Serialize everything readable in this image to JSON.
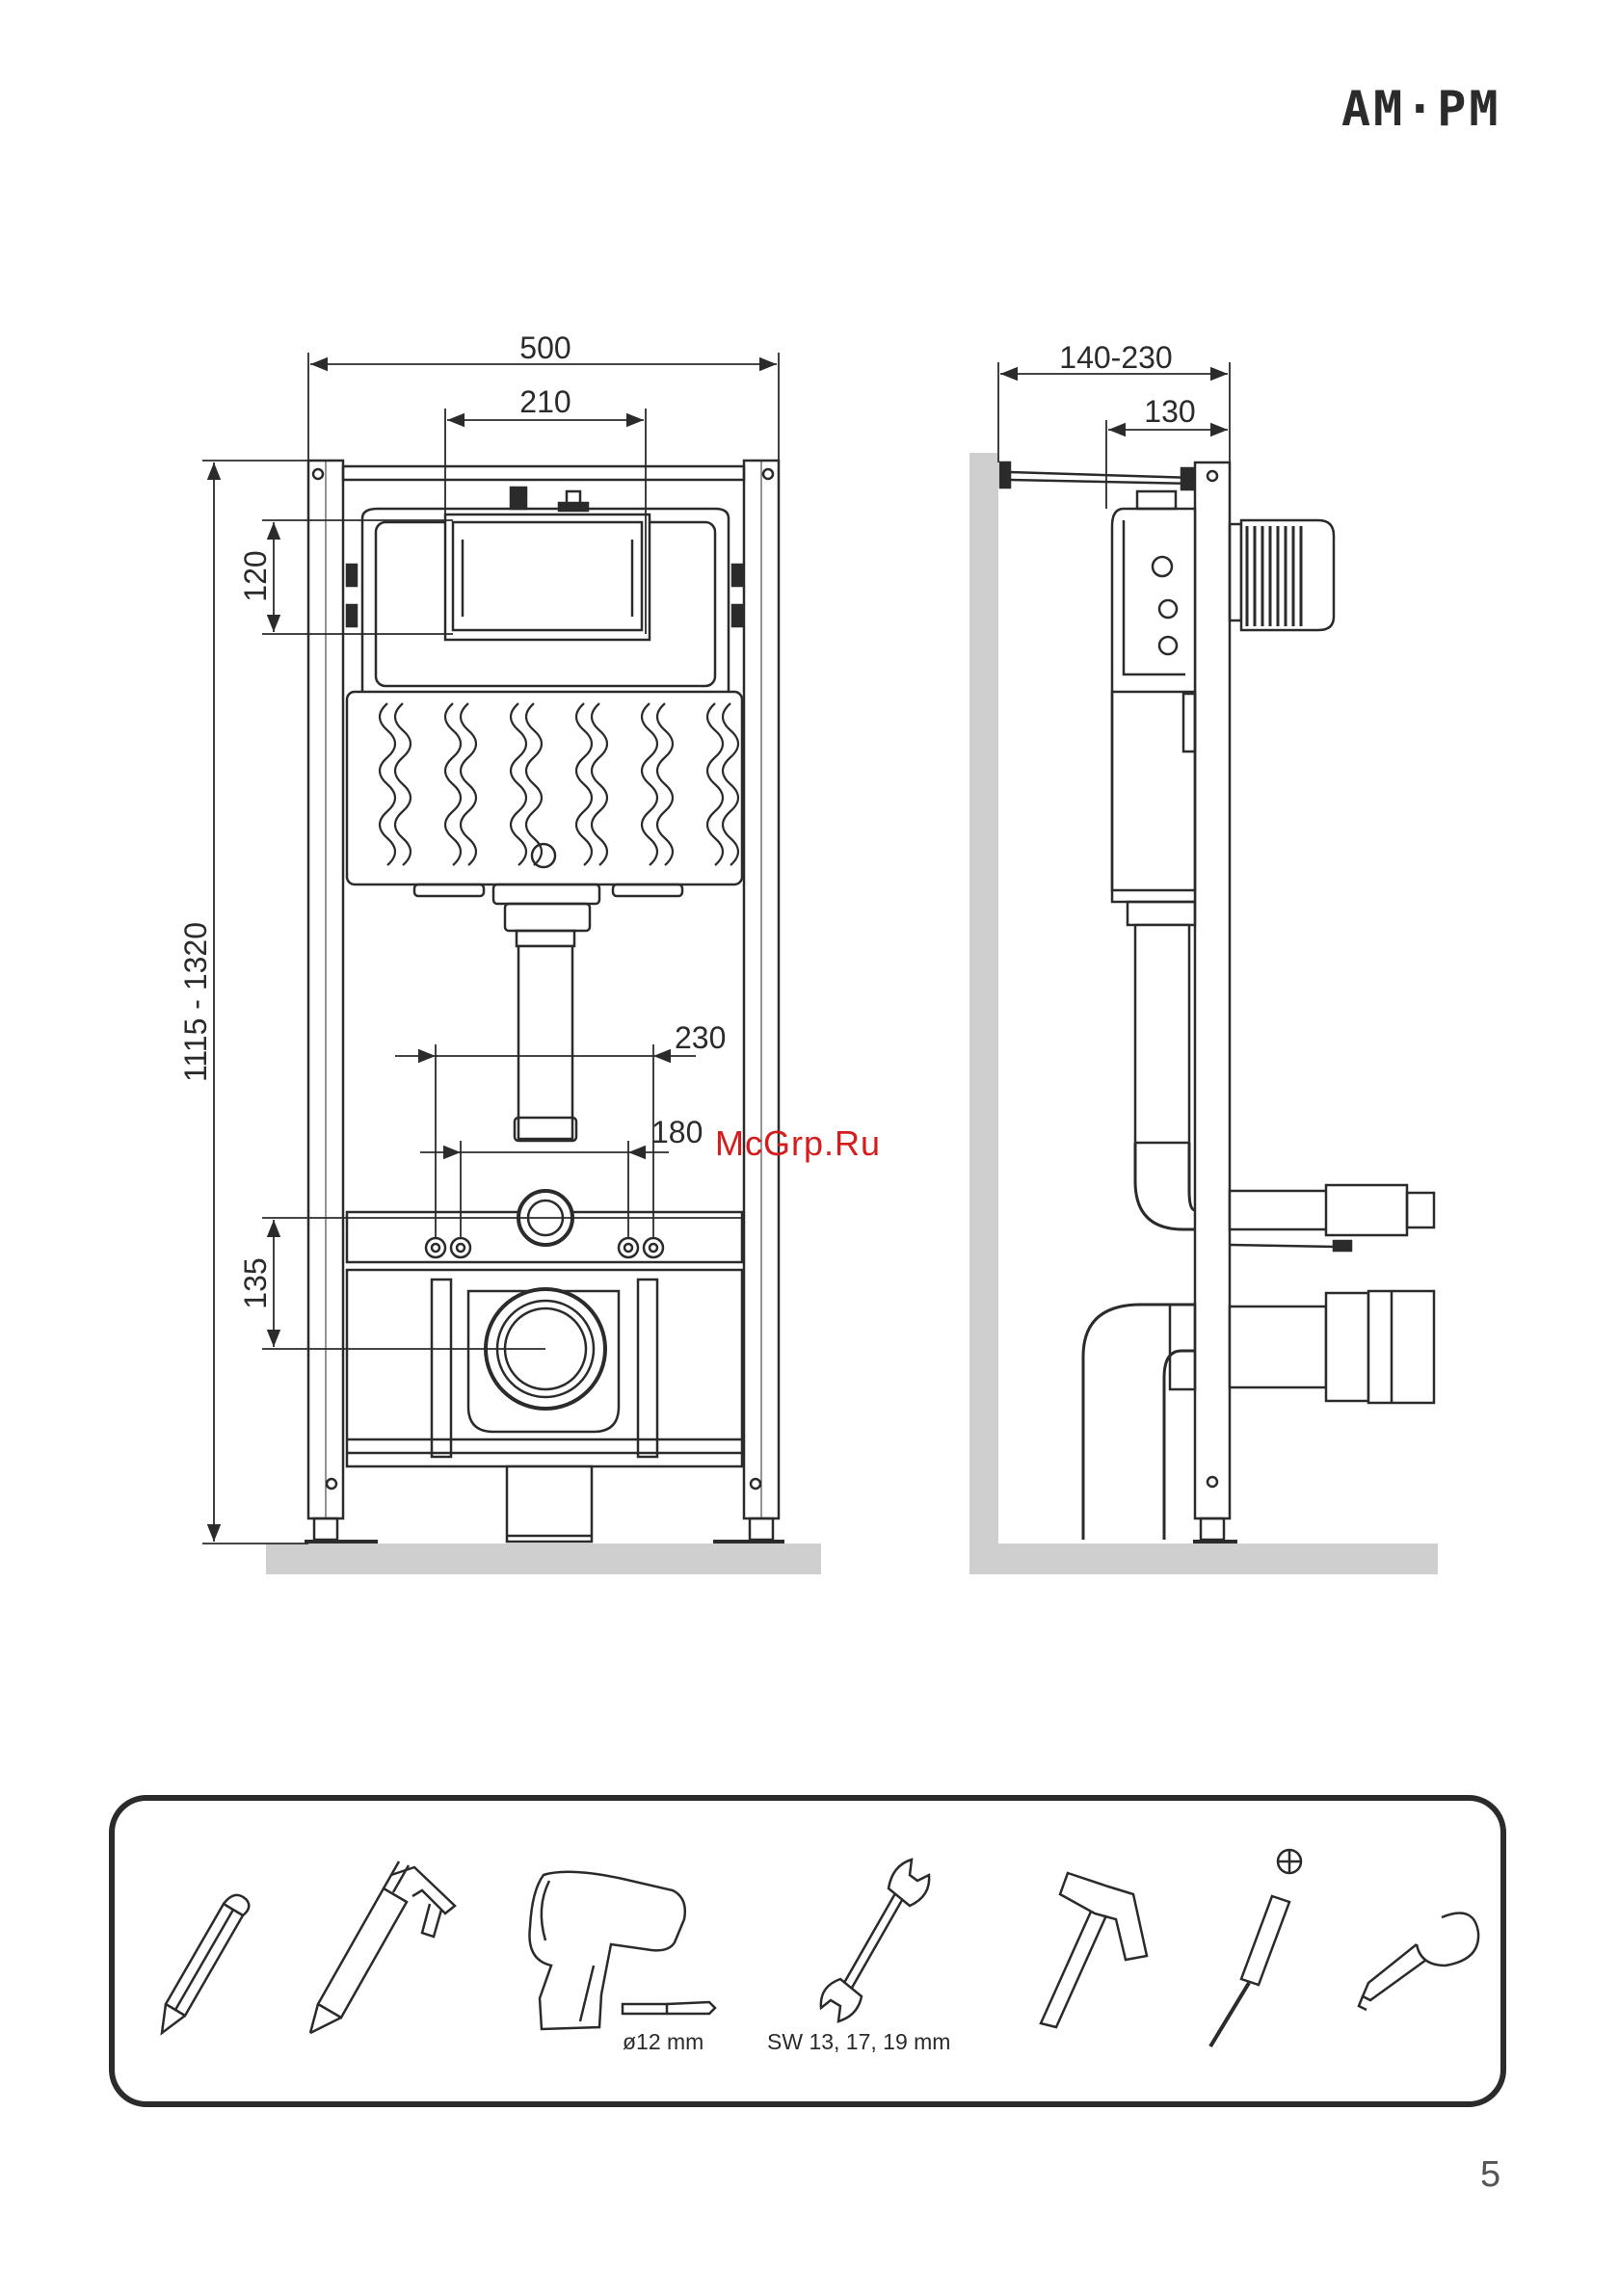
{
  "brand": {
    "logo_text": "AM·PM"
  },
  "page": {
    "number": "5"
  },
  "watermark": "McGrp.Ru",
  "front_view": {
    "dim_overall_width": "500",
    "dim_panel_width": "210",
    "dim_panel_height": "120",
    "dim_height_range": "1115 - 1320",
    "dim_bolt_outer": "230",
    "dim_bolt_inner": "180",
    "dim_drain_offset": "135"
  },
  "side_view": {
    "dim_depth_range": "140-230",
    "dim_depth_frame": "130"
  },
  "tools": [
    {
      "icon": "pencil-icon",
      "caption": ""
    },
    {
      "icon": "caulking-gun-icon",
      "caption": ""
    },
    {
      "icon": "drill-icon",
      "caption": "ø12 mm"
    },
    {
      "icon": "wrench-icon",
      "caption": "SW 13, 17, 19 mm"
    },
    {
      "icon": "hammer-icon",
      "caption": ""
    },
    {
      "icon": "phillips-screwdriver-icon",
      "caption": ""
    },
    {
      "icon": "tape-measure-icon",
      "caption": ""
    }
  ]
}
